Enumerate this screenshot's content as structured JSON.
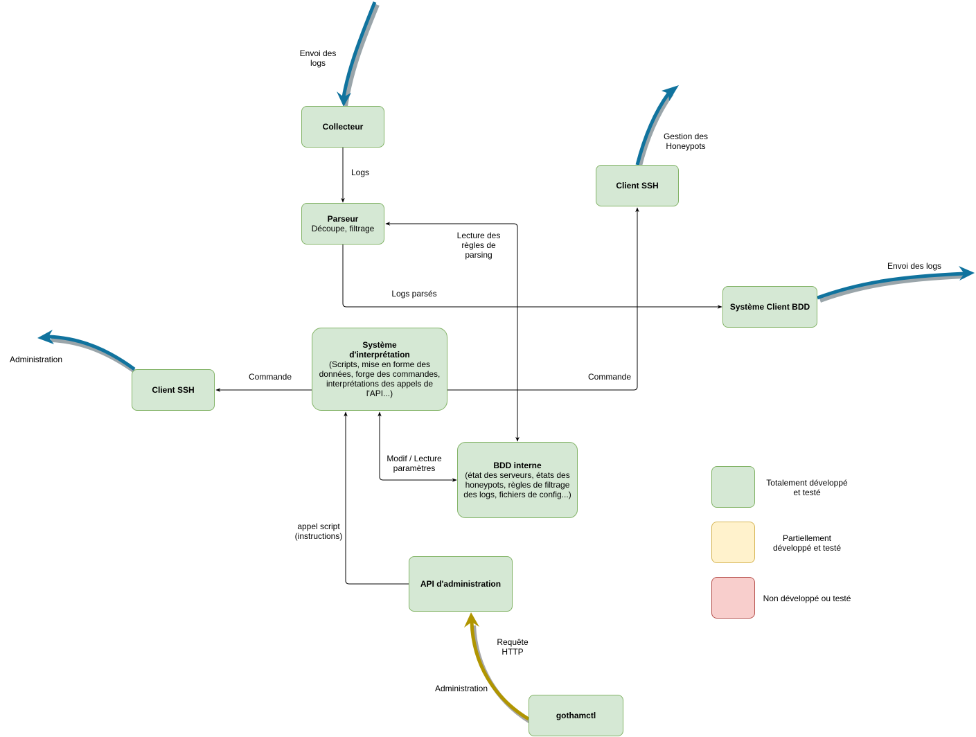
{
  "nodes": {
    "collecteur": {
      "title": "Collecteur"
    },
    "parseur": {
      "title": "Parseur",
      "subtitle": "Découpe, filtrage"
    },
    "client_ssh_right": {
      "title": "Client SSH"
    },
    "client_bdd": {
      "title": "Système Client BDD"
    },
    "interpretation": {
      "title": "Système d'interprétation",
      "subtitle": "(Scripts, mise en forme des données, forge des commandes, interprétations des appels de l'API...)"
    },
    "client_ssh_left": {
      "title": "Client SSH"
    },
    "bdd_interne": {
      "title": "BDD interne",
      "subtitle": "(état des serveurs, états des honeypots, règles de filtrage des logs, fichiers de config...)"
    },
    "api_admin": {
      "title": "API d'administration"
    },
    "gothamctl": {
      "title": "gothamctl"
    }
  },
  "edge_labels": {
    "envoi_logs_in": "Envoi des logs",
    "logs": "Logs",
    "gestion_honeypots": "Gestion des Honeypots",
    "lecture_regles": "Lecture des règles de parsing",
    "envoi_logs_out": "Envoi des logs",
    "logs_parses": "Logs parsés",
    "administration_left": "Administration",
    "commande_left": "Commande",
    "commande_right": "Commande",
    "modif_lecture": "Modif / Lecture paramètres",
    "appel_script": "appel script (instructions)",
    "requete_http": "Requête HTTP",
    "administration_bottom": "Administration"
  },
  "legend": [
    {
      "label": "Totalement développé et testé",
      "fill": "#d5e8d4",
      "stroke": "#82b366"
    },
    {
      "label": "Partiellement développé et testé",
      "fill": "#fff2cc",
      "stroke": "#d6b656"
    },
    {
      "label": "Non développé ou testé",
      "fill": "#f8cecc",
      "stroke": "#b85450"
    }
  ],
  "colors": {
    "external_flow": "#10739e",
    "admin_flow": "#b09500",
    "wire": "#000000"
  }
}
